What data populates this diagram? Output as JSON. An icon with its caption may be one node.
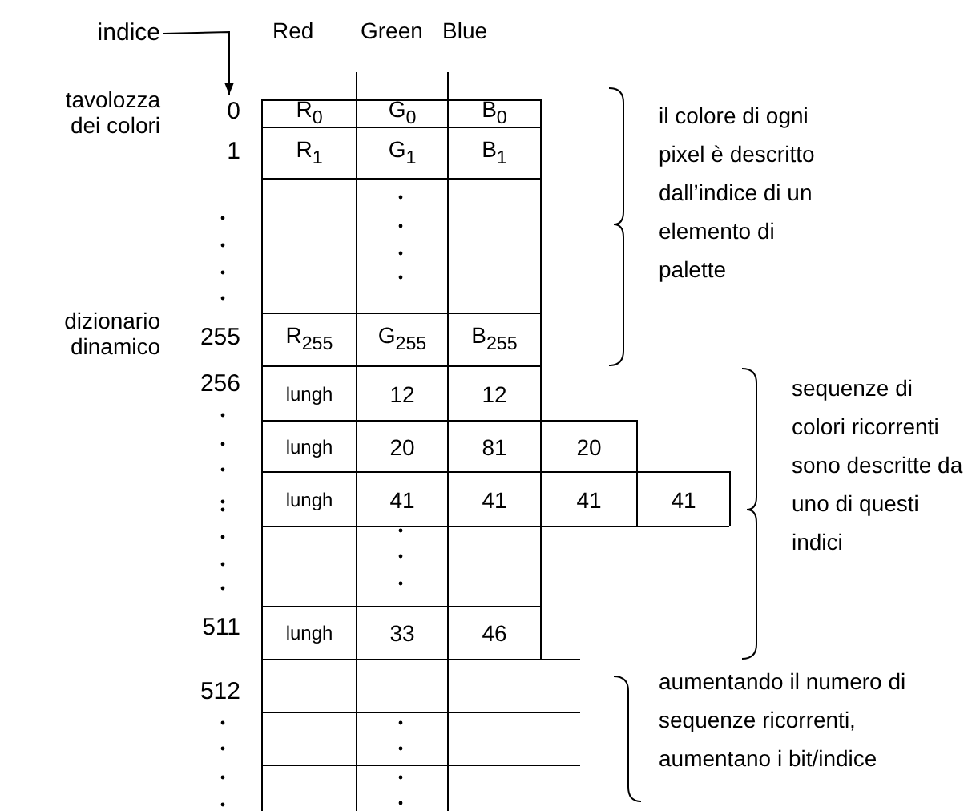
{
  "diagram": {
    "nodes": [
      {
        "text": [
          "indice"
        ]
      },
      {
        "text": [
          "0"
        ]
      }
    ],
    "edges": [
      {
        "from": 0,
        "to": 1,
        "arrow": "to"
      }
    ],
    "labels": [
      "tavolozza dei colori",
      "Red",
      "Green",
      "Blue",
      "R$_{0}$",
      "G$_{0}$",
      "B$_{0}$",
      "il colore di ogni pixel è descritto dall’indice di un elemento di palette",
      "1",
      "R$_{1}$",
      "G$_{1}$",
      "B$_{1}$",
      "dizionario dinamico",
      "255",
      "R$_{255}$",
      "G$_{255}$",
      "B$_{255}$",
      "256",
      "lungh",
      "12",
      "12",
      "sequenze di colori ricorrenti sono descritte da uno di questi indici",
      "lungh",
      "20",
      "81",
      "20",
      "lungh",
      "41",
      "41",
      "41",
      "41",
      "511",
      "lungh",
      "33",
      "46",
      "aumentando il numero di sequenze ricorrenti, aumentano i bit/indice",
      "512"
    ]
  }
}
